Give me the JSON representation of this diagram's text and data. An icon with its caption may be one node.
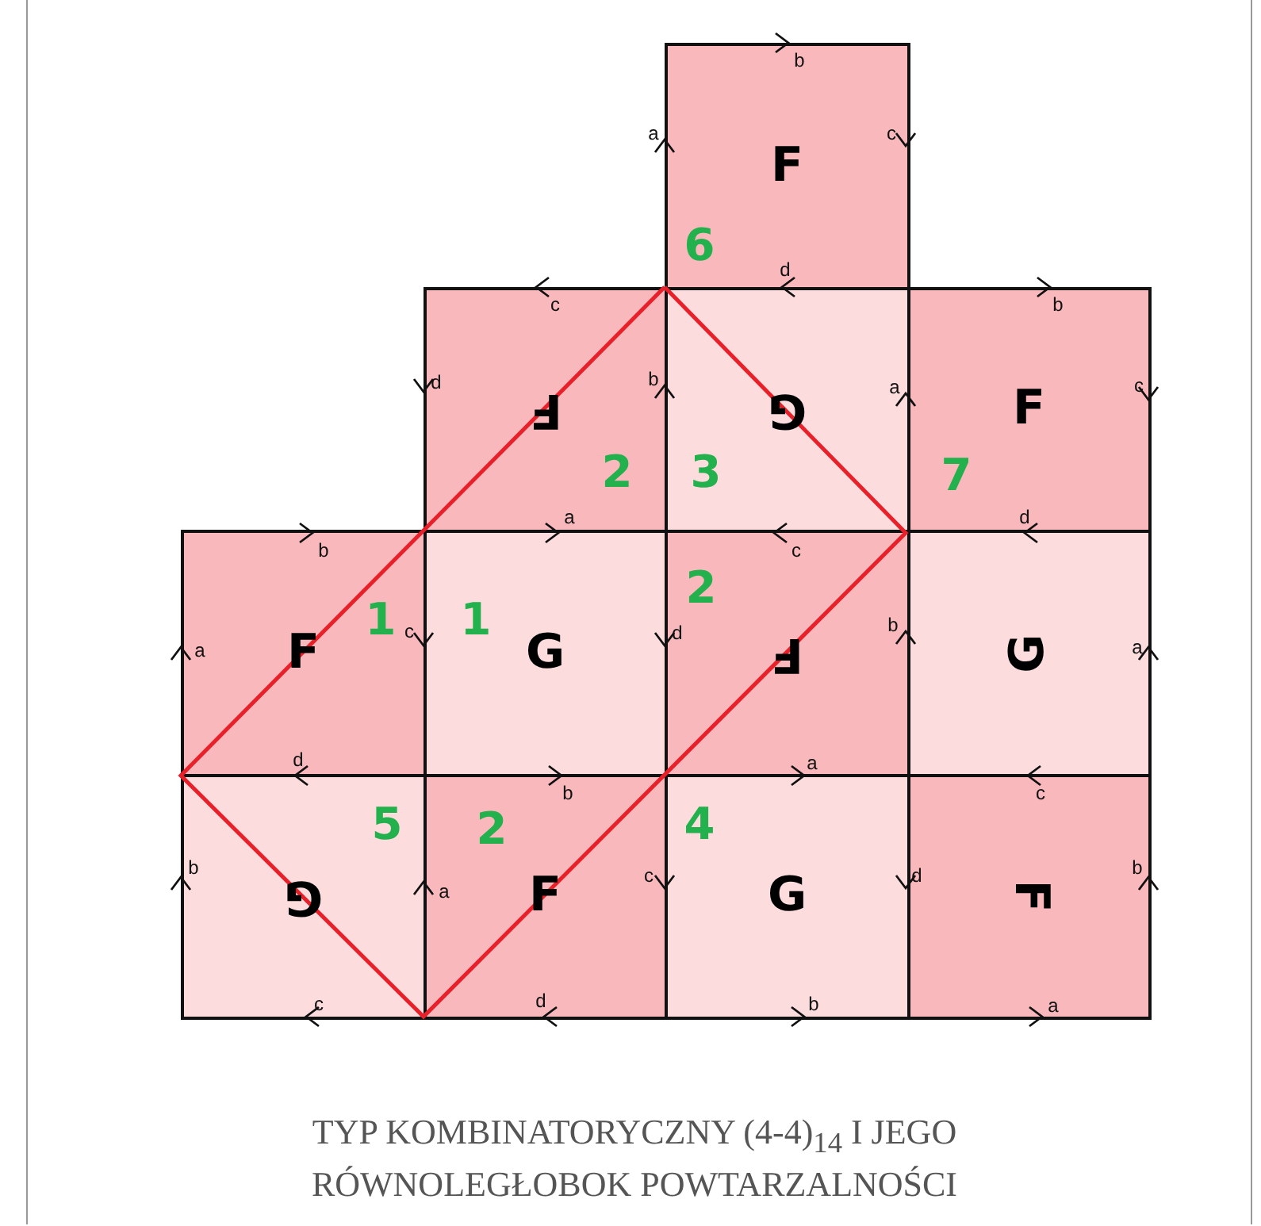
{
  "diagram": {
    "caption": "TYP KOMBINATORYCZNY (4-4)$_{14}$ I JEGO RÓWNOLEGŁOBOK POWTARZALNOŚCI",
    "nodes": [
      {
        "text": [
          "F"
        ]
      },
      {
        "text": [
          "F"
        ]
      },
      {
        "text": [
          "G"
        ]
      },
      {
        "text": [
          "F"
        ]
      },
      {
        "text": [
          "F"
        ]
      },
      {
        "text": [
          "G"
        ]
      },
      {
        "text": [
          "F"
        ]
      },
      {
        "text": [
          "G"
        ]
      },
      {
        "text": [
          "G"
        ]
      },
      {
        "text": [
          "F"
        ]
      },
      {
        "text": [
          "G"
        ]
      },
      {
        "text": [
          "F"
        ]
      }
    ],
    "labels": [
      "b",
      "a",
      "c",
      "d",
      "c",
      "d",
      "b",
      "a",
      "b",
      "c",
      "a",
      "c",
      "d",
      "b",
      "a",
      "c",
      "d",
      "b",
      "a",
      "d",
      "b",
      "a",
      "c",
      "b",
      "a",
      "c",
      "d",
      "b",
      "c",
      "d",
      "b",
      "a",
      "6",
      "2",
      "3",
      "7",
      "2",
      "1",
      "1",
      "5",
      "2",
      "4"
    ]
  }
}
